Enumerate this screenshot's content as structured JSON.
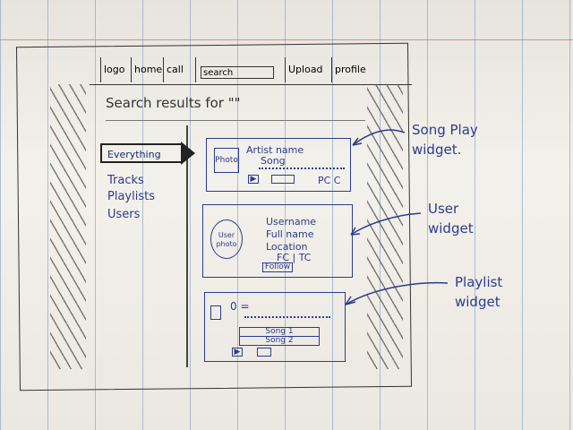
{
  "nav": {
    "logo": "logo",
    "home": "home",
    "call": "call",
    "search": "search",
    "upload": "Upload",
    "profile": "profile"
  },
  "search": {
    "heading": "Search results for \"\""
  },
  "filters": {
    "everything": "Everything",
    "tracks": "Tracks",
    "playlists": "Playlists",
    "users": "Users"
  },
  "song_widget": {
    "photo": "Photo",
    "artist": "Artist name",
    "song": "Song",
    "counts": "PC C"
  },
  "user_widget": {
    "photo": "User photo",
    "username": "Username",
    "full_name": "Full name",
    "location": "Location",
    "counts": "FC | TC",
    "follow": "Follow"
  },
  "playlist_widget": {
    "title": "0 =",
    "song1": "Song 1",
    "song2": "Song 2"
  },
  "annotations": {
    "song": "Song Play widget.",
    "user": "User widget",
    "playlist": "Playlist widget"
  }
}
